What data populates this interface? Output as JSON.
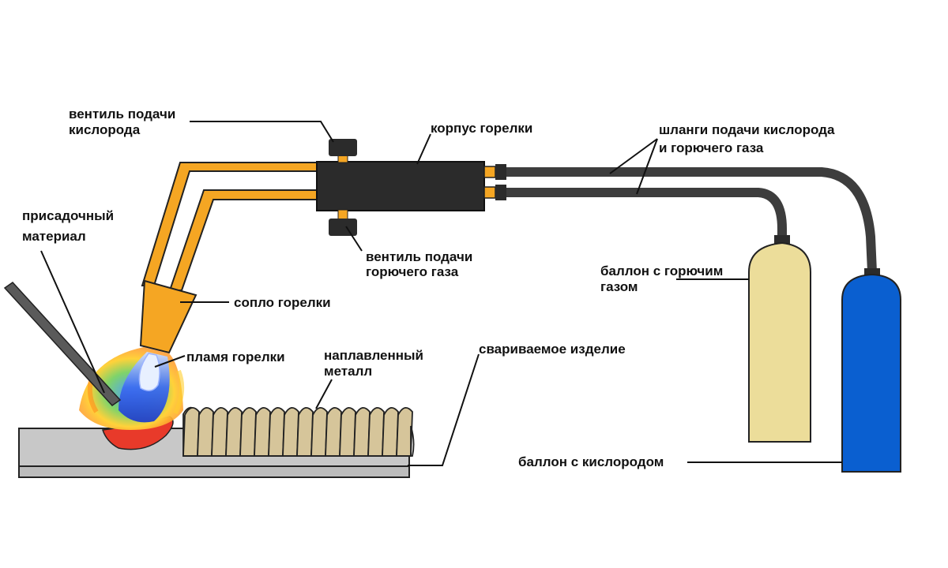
{
  "labels": {
    "oxygen_valve": [
      "вентиль подачи",
      "кислорода"
    ],
    "torch_body": "корпус горелки",
    "hoses": [
      "шланги подачи кислорода",
      "и горючего газа"
    ],
    "filler": [
      "присадочный",
      "материал"
    ],
    "fuel_valve": [
      "вентиль подачи",
      "горючего газа"
    ],
    "fuel_cylinder": [
      "баллон с горючим",
      "газом"
    ],
    "nozzle": "сопло горелки",
    "flame": "пламя горелки",
    "deposited_metal": [
      "наплавленный",
      "металл"
    ],
    "workpiece": "свариваемое изделие",
    "oxygen_cylinder": "баллон с кислородом"
  },
  "colors": {
    "torch_tubes": "#f5a623",
    "torch_body": "#2b2b2b",
    "hoses": "#3d3d3d",
    "fuel_cylinder": "#ecdd9a",
    "oxygen_cylinder": "#0a5fd0",
    "workpiece": "#c8c8c8",
    "deposited_metal": "#d6c59a",
    "flame_core": "#2f5fe0"
  }
}
